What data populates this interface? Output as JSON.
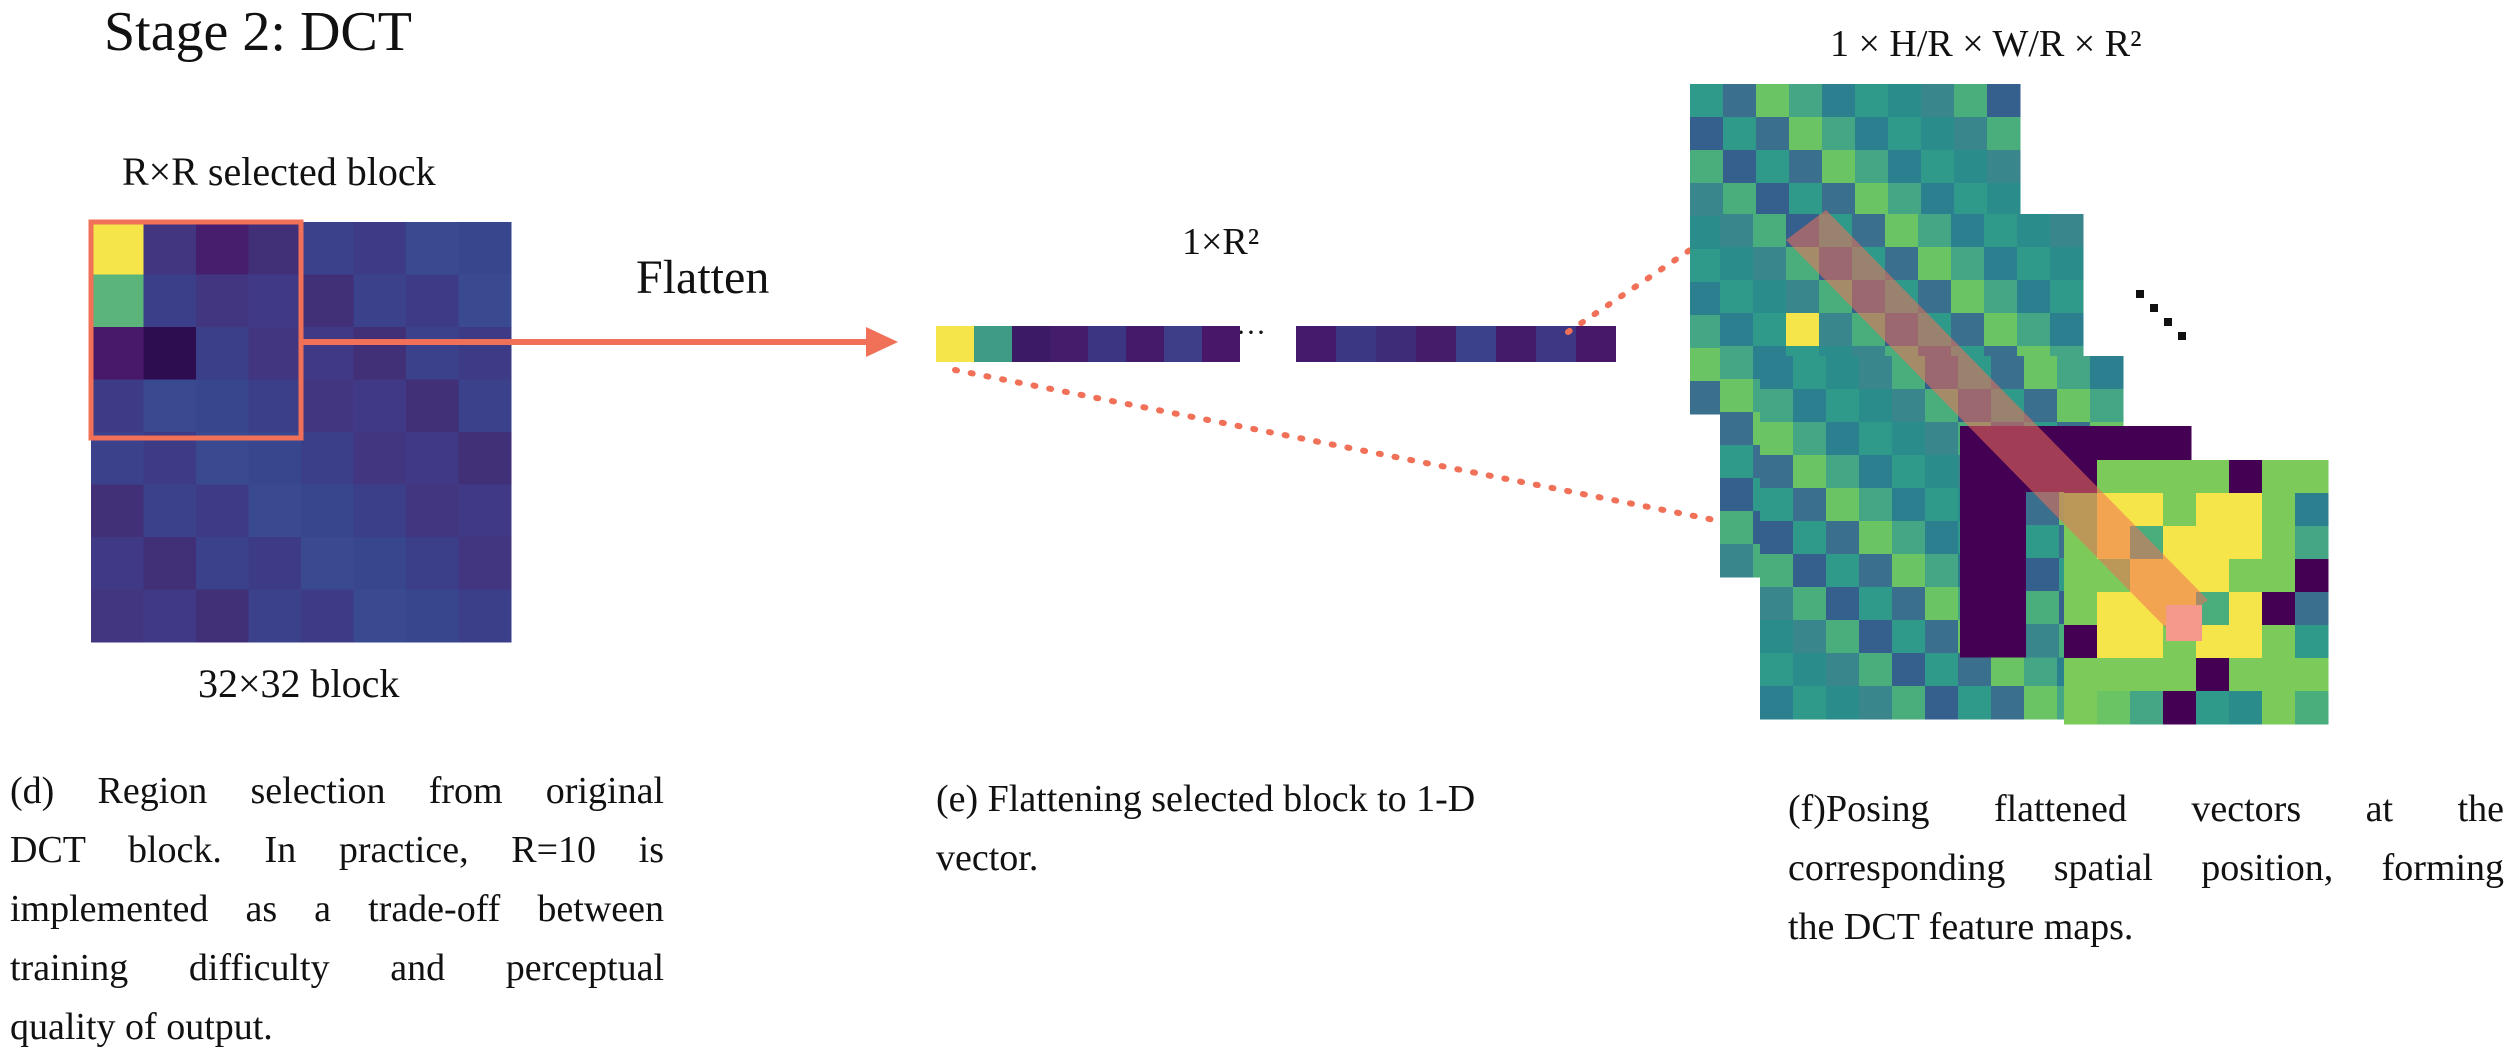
{
  "title": "Stage 2: DCT",
  "panel_d": {
    "selected_block_label": "R×R selected block",
    "block_label": "32×32 block",
    "arrow_label": "Flatten",
    "caption_lines": [
      "(d) Region selection from original",
      "DCT block. In practice, R=10 is",
      "implemented as a trade-off between",
      "training difficulty and perceptual",
      "quality of output."
    ]
  },
  "panel_e": {
    "vector_label": "1×R²",
    "ellipsis": "···",
    "caption_lines": [
      "(e) Flattening selected block to 1-D",
      "vector."
    ]
  },
  "panel_f": {
    "shape_label": "1 × H/R × W/R × R²",
    "caption_lines": [
      "(f)Posing flattened vectors at the",
      "corresponding spatial position, forming",
      "the DCT feature maps."
    ]
  },
  "colors": {
    "highlight": "#f07058",
    "viridis_dark": "#440154",
    "viridis_indigo": "#3b3f8a",
    "viridis_teal": "#2f9a8a",
    "viridis_green": "#7cca5a",
    "viridis_yellow": "#f5e44a"
  }
}
